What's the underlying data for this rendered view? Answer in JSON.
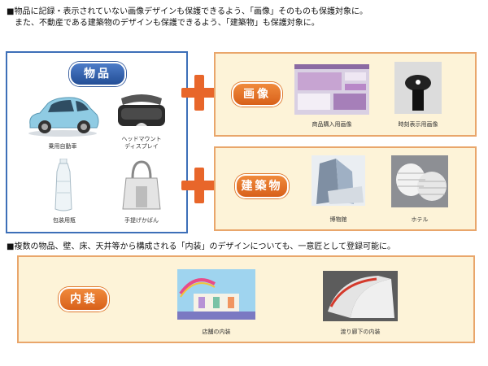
{
  "notes": {
    "line1": "■物品に記録・表示されていない画像デザインも保護できるよう、「画像」そのものも保護対象に。",
    "line2": "　また、不動産である建築物のデザインも保護できるよう、「建築物」も保護対象に。",
    "line3": "■複数の物品、壁、床、天井等から構成される「内装」のデザインについても、一意匠として登録可能に。"
  },
  "products": {
    "label": "物品",
    "items": [
      {
        "caption": "乗用自動車"
      },
      {
        "caption": "ヘッドマウント\nディスプレイ"
      },
      {
        "caption": "包装用瓶"
      },
      {
        "caption": "手提げかばん"
      }
    ]
  },
  "image_panel": {
    "label": "画像",
    "items": [
      {
        "caption": "商品購入用画像"
      },
      {
        "caption": "時刻表示用画像"
      }
    ]
  },
  "arch_panel": {
    "label": "建築物",
    "items": [
      {
        "caption": "博物館"
      },
      {
        "caption": "ホテル"
      }
    ]
  },
  "interior_panel": {
    "label": "内装",
    "items": [
      {
        "caption": "店舗の内装"
      },
      {
        "caption": "渡り廊下の内装"
      }
    ]
  },
  "colors": {
    "accent_orange": "#e8662a",
    "accent_blue": "#3d6fb8",
    "panel_fill": "#fdf3d8"
  }
}
